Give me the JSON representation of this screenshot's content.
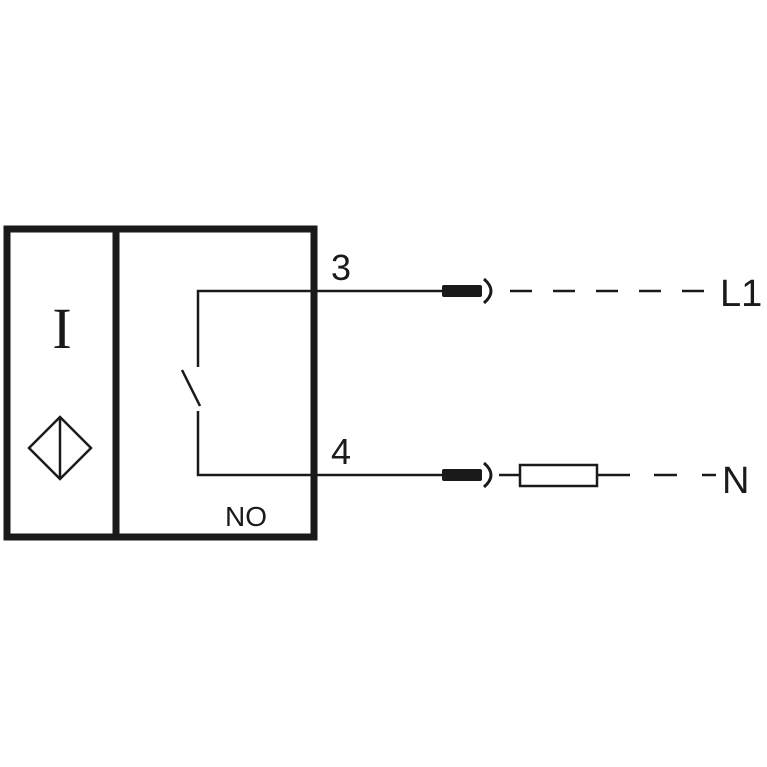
{
  "diagram": {
    "sensor_symbol": "I",
    "output_type": "NO",
    "terminal_top": "3",
    "terminal_bottom": "4",
    "line_top": "L1",
    "line_bottom": "N",
    "icons": {
      "sensor_face": "diamond-with-bar-icon",
      "switch": "normally-open-switch-icon",
      "connector": "plug-connector-icon",
      "load": "resistor-load-icon"
    },
    "colors": {
      "stroke": "#1a1a1a",
      "background": "#ffffff"
    }
  }
}
